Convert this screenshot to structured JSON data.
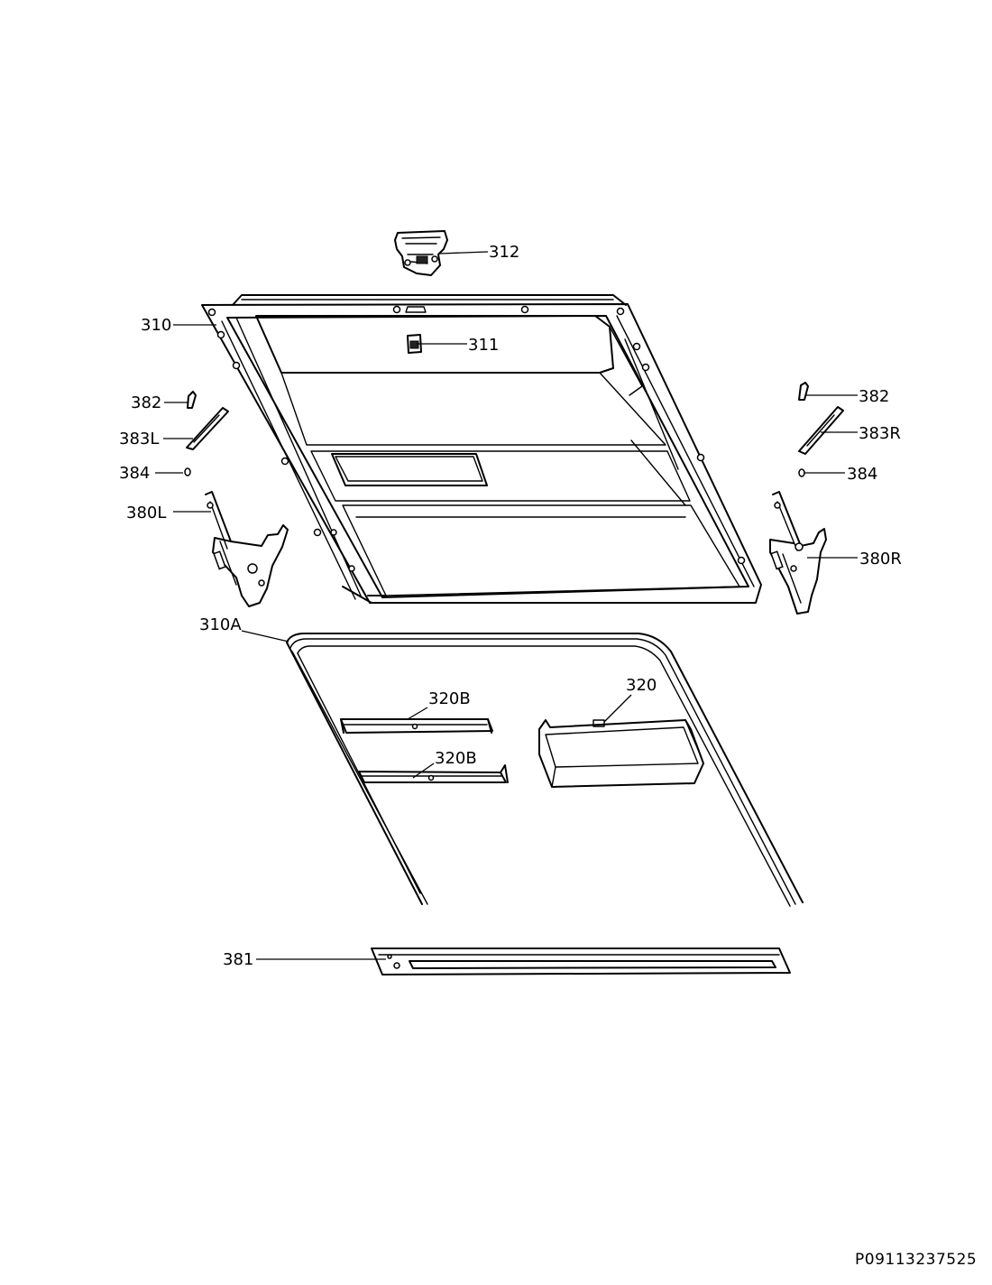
{
  "diagram": {
    "document_id": "P09113237525",
    "parts": {
      "p312": "312",
      "p310": "310",
      "p311": "311",
      "p382_left": "382",
      "p382_right": "382",
      "p383L": "383L",
      "p383R": "383R",
      "p384_left": "384",
      "p384_right": "384",
      "p380L": "380L",
      "p380R": "380R",
      "p310A": "310A",
      "p320B_upper": "320B",
      "p320B_lower": "320B",
      "p320": "320",
      "p381": "381"
    }
  }
}
